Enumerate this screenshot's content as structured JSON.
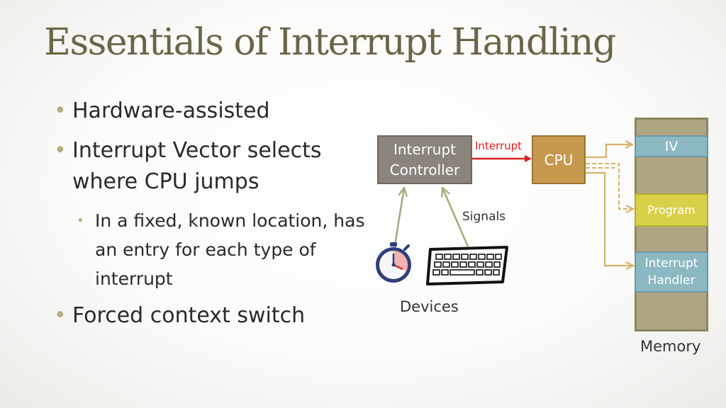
{
  "slide": {
    "title": "Essentials of Interrupt Handling",
    "bullets": {
      "b1": "Hardware-assisted",
      "b2": "Interrupt Vector selects where CPU jumps",
      "b2_sub": "In a fixed, known location, has an entry for each type of interrupt",
      "b3": "Forced context switch"
    }
  },
  "diagram": {
    "interrupt_controller": "Interrupt Controller",
    "interrupt_arrow_label": "Interrupt",
    "cpu": "CPU",
    "signals_label": "Signals",
    "devices_label": "Devices",
    "memory_label": "Memory",
    "memory_segments": {
      "iv": "IV",
      "program": "Program",
      "interrupt_handler": "Interrupt Handler"
    },
    "devices": [
      "stopwatch-icon",
      "keyboard-icon"
    ],
    "colors": {
      "title": "#6b6548",
      "bullet_dot": "#b4ad80",
      "controller": "#8a847c",
      "cpu": "#c6994f",
      "memory": "#b0a582",
      "iv_handler": "#8cb8c2",
      "program": "#d9d04a",
      "interrupt_arrow": "#e02020",
      "connector": "#d9b26a",
      "signal_arrow": "#a8ad7c"
    }
  }
}
